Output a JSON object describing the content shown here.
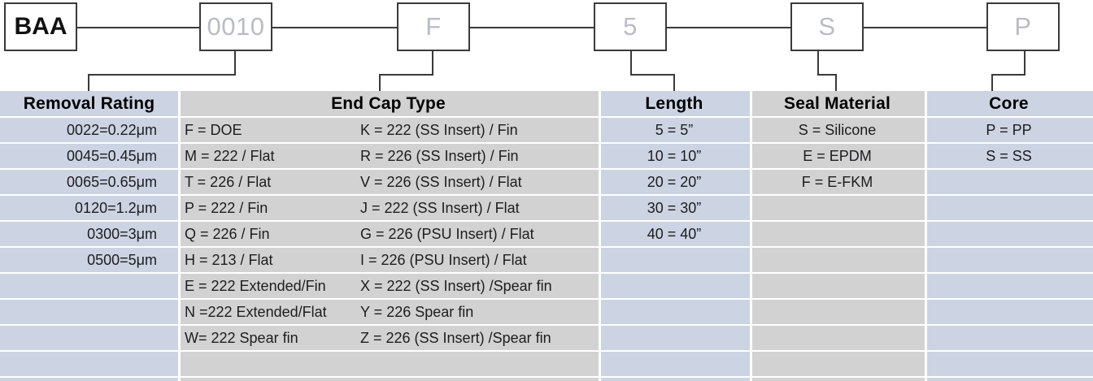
{
  "part_number_boxes": [
    {
      "value": "BAA",
      "kind": "primary",
      "name": "code-box-series"
    },
    {
      "value": "0010",
      "kind": "placeholder",
      "name": "code-box-removal-rating"
    },
    {
      "value": "F",
      "kind": "placeholder",
      "name": "code-box-end-cap-type"
    },
    {
      "value": "5",
      "kind": "placeholder",
      "name": "code-box-length"
    },
    {
      "value": "S",
      "kind": "placeholder",
      "name": "code-box-seal-material"
    },
    {
      "value": "P",
      "kind": "placeholder",
      "name": "code-box-core"
    }
  ],
  "colors": {
    "blue_column": "#ccd3e2",
    "gray_column": "#d2d2d2",
    "line": "#3a3a3a",
    "placeholder_text": "#b9bcc4",
    "text": "#1d1d1f"
  },
  "table": {
    "columns": [
      {
        "header": "Removal Rating",
        "shade": "blue",
        "align": "right",
        "values": [
          "0022=0.22μm",
          "0045=0.45μm",
          "0065=0.65μm",
          "0120=1.2μm",
          "0300=3μm",
          "0500=5μm"
        ]
      },
      {
        "header": "End Cap Type",
        "shade": "gray",
        "align": "left",
        "sub_columns": [
          {
            "values": [
              "F = DOE",
              "M = 222 / Flat",
              "T = 226 / Flat",
              "P = 222 / Fin",
              "Q = 226 / Fin",
              "H = 213 / Flat",
              "E = 222 Extended/Fin",
              "N =222 Extended/Flat",
              "W= 222 Spear fin"
            ]
          },
          {
            "values": [
              "K = 222 (SS Insert) / Fin",
              "R = 226 (SS Insert) / Fin",
              "V = 226 (SS Insert) / Flat",
              "J  = 222 (SS Insert) / Flat",
              "G = 226 (PSU Insert) / Flat",
              "I = 226 (PSU Insert) / Flat",
              "X  = 222 (SS Insert) /Spear fin",
              "Y = 226 Spear fin",
              "Z = 226 (SS Insert) /Spear fin"
            ]
          }
        ]
      },
      {
        "header": "Length",
        "shade": "blue",
        "align": "center",
        "values": [
          "5 = 5”",
          "10 = 10”",
          "20 = 20”",
          "30 = 30”",
          "40 = 40”"
        ]
      },
      {
        "header": "Seal Material",
        "shade": "gray",
        "align": "center",
        "values": [
          "S = Silicone",
          "E = EPDM",
          "F = E-FKM"
        ]
      },
      {
        "header": "Core",
        "shade": "blue",
        "align": "center",
        "values": [
          "P = PP",
          "S = SS"
        ]
      }
    ]
  }
}
